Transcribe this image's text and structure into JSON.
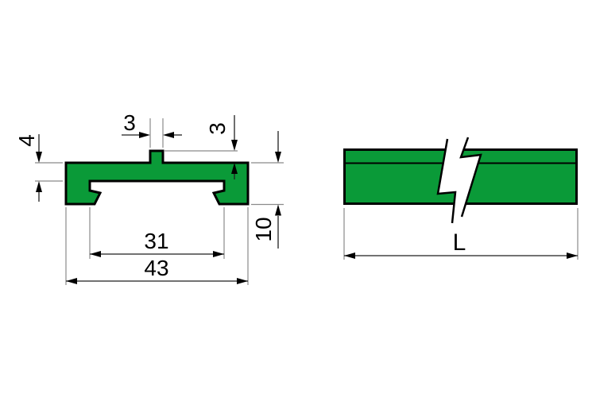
{
  "drawing": {
    "kind": "technical-drawing-profile-rail",
    "colors": {
      "profile_fill": "#0a9a38",
      "outline": "#000000",
      "dimension_line": "#1f1f1f",
      "extension_line": "#8a8a8a",
      "background": "#ffffff"
    },
    "views": {
      "cross_section": {
        "dims": {
          "tab_width": "3",
          "tab_height": "3",
          "flange_thickness": "4",
          "slot_width": "31",
          "overall_width": "43",
          "profile_height": "10"
        }
      },
      "side": {
        "dims": {
          "length": "L"
        }
      }
    }
  }
}
